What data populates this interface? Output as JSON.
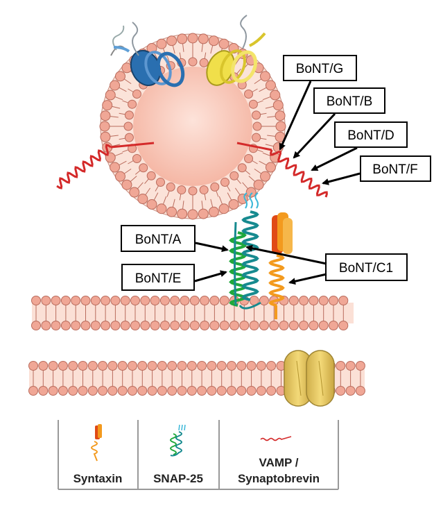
{
  "labels": {
    "bont_g": "BoNT/G",
    "bont_b": "BoNT/B",
    "bont_d": "BoNT/D",
    "bont_f": "BoNT/F",
    "bont_a": "BoNT/A",
    "bont_e": "BoNT/E",
    "bont_c1": "BoNT/C1"
  },
  "legend": {
    "syntaxin": "Syntaxin",
    "snap25": "SNAP-25",
    "vamp_line1": "VAMP /",
    "vamp_line2": "Synaptobrevin"
  },
  "colors": {
    "vamp": "#d42a2a",
    "snap25_green": "#1fa83c",
    "snap25_teal": "#168a8f",
    "syntaxin_orange": "#f39a1e",
    "syntaxin_red": "#e04a16",
    "lipid_head": "#f0a796",
    "lipid_stroke": "#b96b5c",
    "membrane_core": "#fbe0d6",
    "vesicle_lumen": "#f9c8b8",
    "channel": "#e8c764",
    "helix_blue": "#2a6fb0",
    "helix_yellow": "#f0df4a"
  },
  "icons": [
    "syntaxin-icon",
    "snap25-icon",
    "vamp-icon",
    "channel-icon",
    "vesicle-icon"
  ]
}
